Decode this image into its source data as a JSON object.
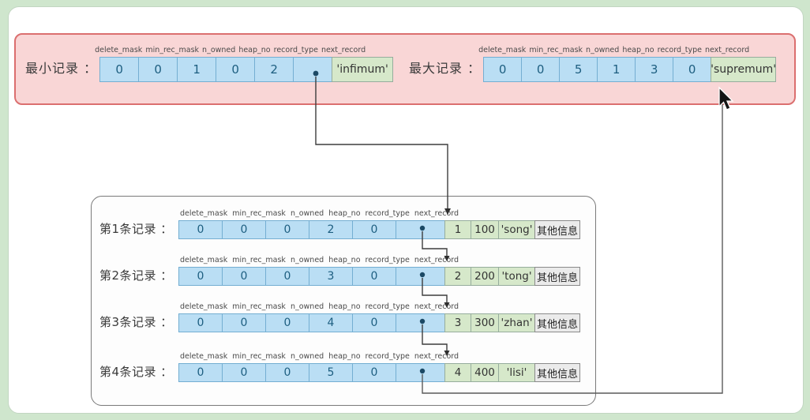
{
  "top_panel": {
    "field_headers": [
      "delete_mask",
      "min_rec_mask",
      "n_owned",
      "heap_no",
      "record_type",
      "next_record"
    ],
    "min_record": {
      "label": "最小记录 ：",
      "values": [
        "0",
        "0",
        "1",
        "0",
        "2"
      ],
      "next_record": "pointer-dot",
      "tail": "'infimum'"
    },
    "max_record": {
      "label": "最大记录 ：",
      "values": [
        "0",
        "0",
        "5",
        "1",
        "3",
        "0"
      ],
      "tail": "'supremum'"
    }
  },
  "records_panel": {
    "field_headers": [
      "delete_mask",
      "min_rec_mask",
      "n_owned",
      "heap_no",
      "record_type",
      "next_record"
    ],
    "rows": [
      {
        "label": "第1条记录 ：",
        "flags": [
          "0",
          "0",
          "0",
          "2",
          "0"
        ],
        "next_record": "pointer-dot",
        "extras": [
          "1",
          "100",
          "'song'"
        ],
        "other": "其他信息"
      },
      {
        "label": "第2条记录 ：",
        "flags": [
          "0",
          "0",
          "0",
          "3",
          "0"
        ],
        "next_record": "pointer-dot",
        "extras": [
          "2",
          "200",
          "'tong'"
        ],
        "other": "其他信息"
      },
      {
        "label": "第3条记录 ：",
        "flags": [
          "0",
          "0",
          "0",
          "4",
          "0"
        ],
        "next_record": "pointer-dot",
        "extras": [
          "3",
          "300",
          "'zhan'"
        ],
        "other": "其他信息"
      },
      {
        "label": "第4条记录 ：",
        "flags": [
          "0",
          "0",
          "0",
          "5",
          "0"
        ],
        "next_record": "pointer-dot",
        "extras": [
          "4",
          "400",
          "'lisi'"
        ],
        "other": "其他信息"
      }
    ]
  },
  "colors": {
    "frame_green": "#cfe6cd",
    "panel_pink": "#f9d6d6",
    "panel_pink_border": "#db6f6f",
    "cell_blue": "#badef4",
    "cell_blue_border": "#74aed2",
    "cell_blue_text": "#1d5e80",
    "cell_green": "#d6e8ca",
    "cell_gray": "#ebebeb",
    "connector": "#3d3d3d"
  }
}
